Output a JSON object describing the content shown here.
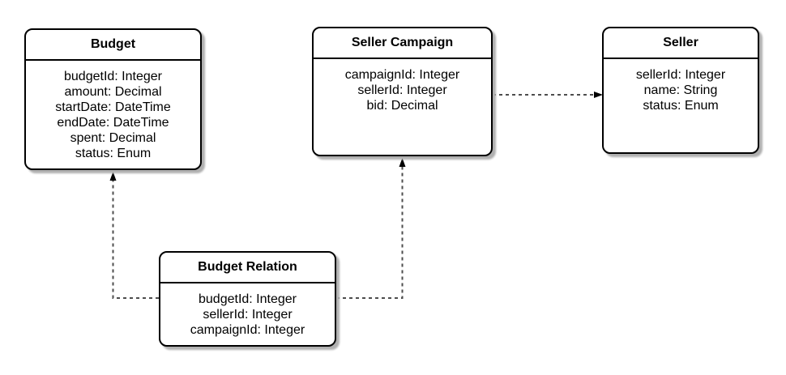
{
  "diagram": {
    "entities": [
      {
        "id": "budget",
        "title": "Budget",
        "fields": [
          "budgetId: Integer",
          "amount: Decimal",
          "startDate: DateTime",
          "endDate: DateTime",
          "spent: Decimal",
          "status: Enum"
        ]
      },
      {
        "id": "seller-campaign",
        "title": "Seller Campaign",
        "fields": [
          "campaignId: Integer",
          "sellerId: Integer",
          "bid: Decimal"
        ]
      },
      {
        "id": "seller",
        "title": "Seller",
        "fields": [
          "sellerId: Integer",
          "name: String",
          "status: Enum"
        ]
      },
      {
        "id": "budget-relation",
        "title": "Budget Relation",
        "fields": [
          "budgetId: Integer",
          "sellerId: Integer",
          "campaignId: Integer"
        ]
      }
    ],
    "relations": [
      {
        "from": "Seller Campaign",
        "to": "Seller",
        "style": "dashed-arrow"
      },
      {
        "from": "Budget Relation",
        "to": "Budget",
        "style": "dashed-arrow"
      },
      {
        "from": "Budget Relation",
        "to": "Seller Campaign",
        "style": "dashed-arrow"
      }
    ],
    "colors": {
      "box_border": "#000000",
      "box_fill": "#ffffff",
      "shadow": "#b0b0b0",
      "connector": "#4d4d4d",
      "arrowhead": "#000000",
      "text": "#000000"
    }
  }
}
